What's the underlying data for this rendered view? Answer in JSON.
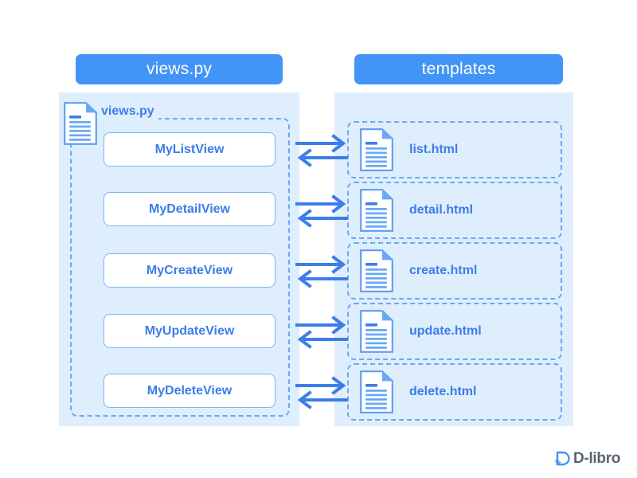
{
  "colors": {
    "accent": "#4294f7",
    "panel_bg": "#dfeefc",
    "dash_border": "#6aa9f4",
    "text_blue": "#3c7de8",
    "page_bg": "#ffffff",
    "logo_text": "#5a6472"
  },
  "headers": {
    "left": "views.py",
    "right": "templates"
  },
  "left_panel": {
    "group_label": "views.py",
    "file_icon": "file-icon",
    "views": [
      {
        "label": "MyListView"
      },
      {
        "label": "MyDetailView"
      },
      {
        "label": "MyCreateView"
      },
      {
        "label": "MyUpdateView"
      },
      {
        "label": "MyDeleteView"
      }
    ]
  },
  "right_panel": {
    "templates": [
      {
        "label": "list.html",
        "icon": "file-icon"
      },
      {
        "label": "detail.html",
        "icon": "file-icon"
      },
      {
        "label": "create.html",
        "icon": "file-icon"
      },
      {
        "label": "update.html",
        "icon": "file-icon"
      },
      {
        "label": "delete.html",
        "icon": "file-icon"
      }
    ]
  },
  "connections": [
    {
      "icon": "bidirectional-arrow-icon"
    },
    {
      "icon": "bidirectional-arrow-icon"
    },
    {
      "icon": "bidirectional-arrow-icon"
    },
    {
      "icon": "bidirectional-arrow-icon"
    },
    {
      "icon": "bidirectional-arrow-icon"
    }
  ],
  "logo": {
    "mark": "d-libro-logo-icon",
    "text": "D-libro"
  }
}
